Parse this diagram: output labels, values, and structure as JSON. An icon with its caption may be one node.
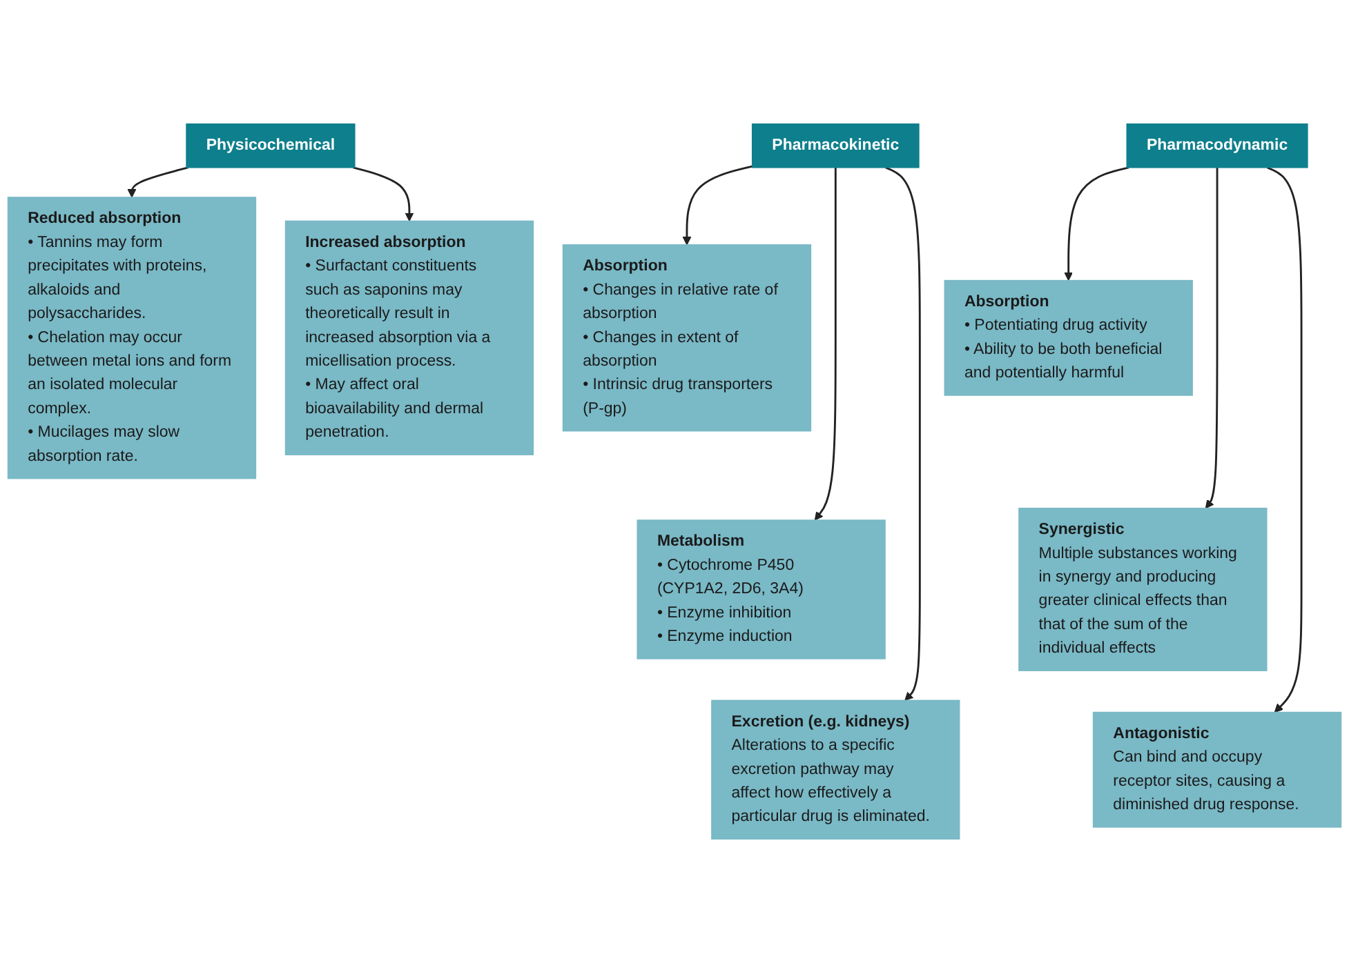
{
  "diagram": {
    "nodes": [
      {
        "text": [
          "Pharmacokinetic"
        ]
      },
      {
        "text": [
          "Physicochemical"
        ]
      },
      {
        "text": [
          "Pharmacodynamic"
        ]
      },
      {
        "text": [
          "Absorption",
          "• Changes in relative rate of absorption",
          "• Changes in extent of absorption",
          "• Intrinsic drug transporters (P-gp)"
        ]
      },
      {
        "text": [
          "Metabolism",
          "• Cytochrome P450 (CYP1A2, 2D6, 3A4)",
          "• Enzyme inhibition",
          "• Enzyme induction"
        ]
      },
      {
        "text": [
          "Excretion (e.g. kidneys)",
          "Alterations to a specific excretion pathway may affect how effectively a particular drug is eliminated."
        ]
      },
      {
        "text": [
          "Reduced absorption",
          "• Tannins may form precipitates with proteins, alkaloids and polysaccharides.",
          "• Chelation may occur between metal ions and form an isolated molecular complex.",
          "• Mucilages may slow absorption rate."
        ]
      },
      {
        "text": [
          "Increased absorption",
          "• Surfactant constituents such as saponins may theoretically result in increased absorption via a micellisation process.",
          "• May affect oral bioavailability and dermal penetration."
        ]
      },
      {
        "text": [
          "Absorption",
          "• Potentiating drug activity",
          "• Ability to be both beneficial and potentially harmful"
        ]
      },
      {
        "text": [
          "Synergistic",
          "Multiple substances working in synergy and producing greater clinical effects than that of the sum of the individual effects"
        ]
      },
      {
        "text": [
          "Antagonistic",
          "Can bind and occupy receptor sites, causing a diminished drug response."
        ]
      }
    ],
    "edges": [
      {
        "from": 0,
        "to": 3,
        "arrow": "to"
      },
      {
        "from": 0,
        "to": 4,
        "arrow": "to"
      },
      {
        "from": 0,
        "to": 5,
        "arrow": "to"
      },
      {
        "from": 1,
        "to": 6,
        "arrow": "to"
      },
      {
        "from": 1,
        "to": 7,
        "arrow": "to"
      },
      {
        "from": 2,
        "to": 8,
        "arrow": "to"
      },
      {
        "from": 2,
        "to": 9,
        "arrow": "to"
      },
      {
        "from": 2,
        "to": 10,
        "arrow": "to"
      }
    ]
  }
}
